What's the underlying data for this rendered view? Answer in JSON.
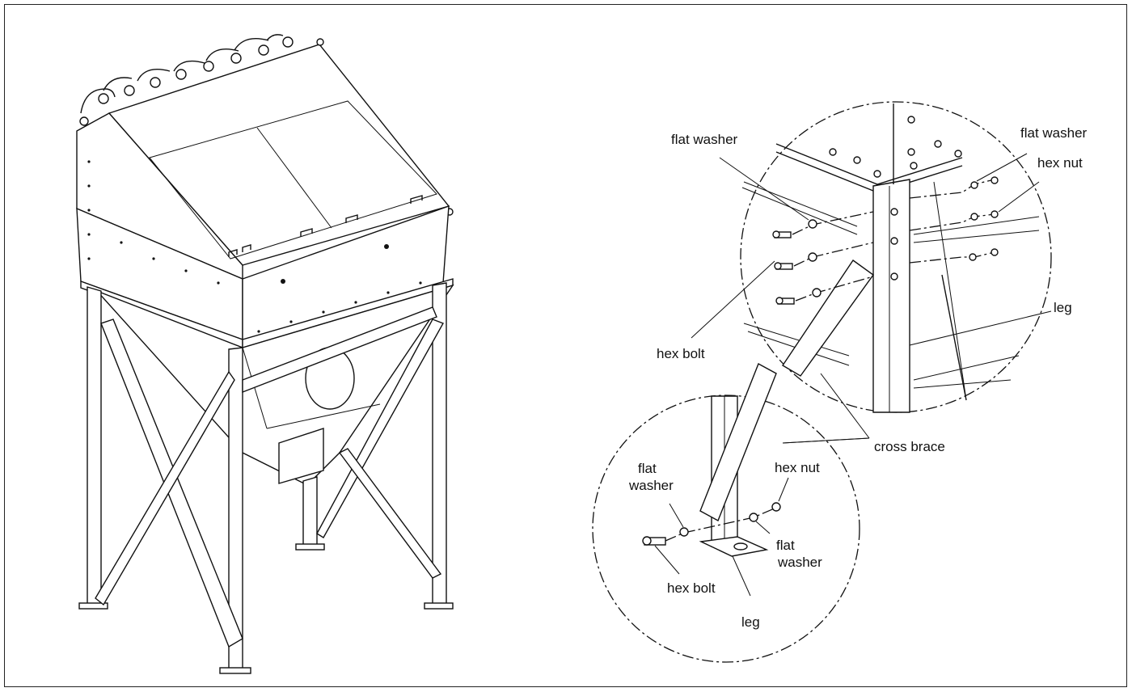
{
  "detail_top": {
    "labels": {
      "flat_washer_left": "flat washer",
      "flat_washer_right": "flat washer",
      "hex_nut": "hex nut",
      "leg": "leg",
      "hex_bolt": "hex bolt"
    }
  },
  "shared": {
    "cross_brace": "cross brace"
  },
  "detail_bottom": {
    "labels": {
      "flat_washer_left_line1": "flat",
      "flat_washer_left_line2": "washer",
      "hex_nut": "hex nut",
      "flat_washer_right_line1": "flat",
      "flat_washer_right_line2": "washer",
      "hex_bolt": "hex bolt",
      "leg": "leg"
    }
  }
}
